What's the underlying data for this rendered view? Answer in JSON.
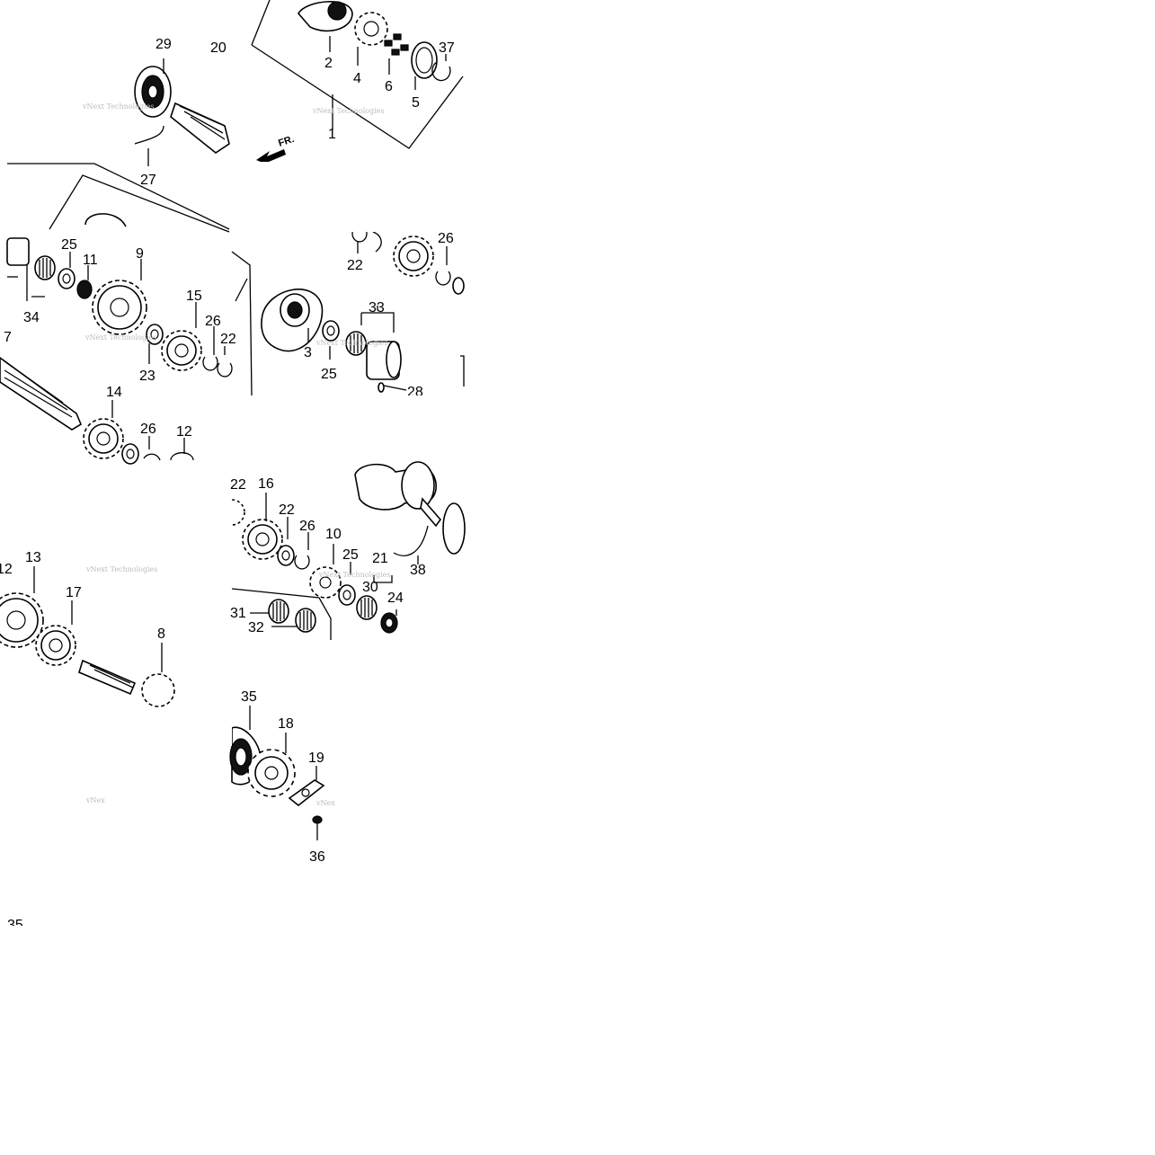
{
  "diagram": {
    "direction_label": "FR.",
    "watermark": "vNext Technologies",
    "watermark_partial": "vNex",
    "callouts": {
      "c1": "1",
      "c2": "2",
      "c3": "3",
      "c4": "4",
      "c5": "5",
      "c6": "6",
      "c7": "7",
      "c8": "8",
      "c9": "9",
      "c10": "10",
      "c11": "11",
      "c12": "12",
      "c13": "13",
      "c14": "14",
      "c15": "15",
      "c16": "16",
      "c17": "17",
      "c18": "18",
      "c19": "19",
      "c20": "20",
      "c21": "21",
      "c22": "22",
      "c23": "23",
      "c24": "24",
      "c25": "25",
      "c26": "26",
      "c27": "27",
      "c28": "28",
      "c29": "29",
      "c30": "30",
      "c31": "31",
      "c32": "32",
      "c33": "33",
      "c34": "34",
      "c35": "35",
      "c36": "36",
      "c37": "37",
      "c38": "38"
    }
  }
}
